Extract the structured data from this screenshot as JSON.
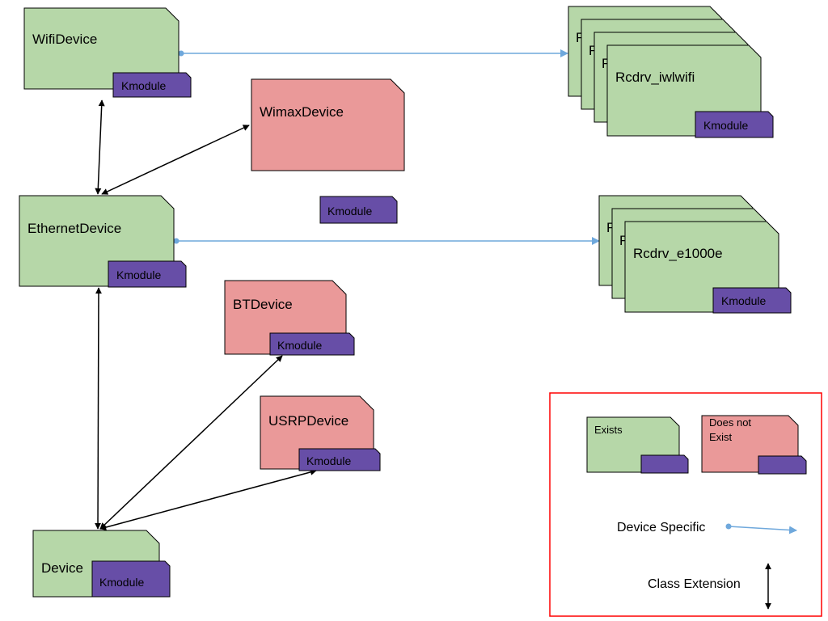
{
  "colors": {
    "exists": "#b6d7a8",
    "not_exist": "#ea9999",
    "kmodule": "#674ea7",
    "device_specific_arrow": "#6fa8dc",
    "class_extension_arrow": "#000000",
    "legend_border": "#ff0000"
  },
  "nodes": {
    "wifi_device": "WifiDevice",
    "wimax_device": "WimaxDevice",
    "ethernet_device": "EthernetDevice",
    "bt_device": "BTDevice",
    "usrp_device": "USRPDevice",
    "device": "Device",
    "rcdrv_iwlwifi": "Rcdrv_iwlwifi",
    "rcdrv_e1000e": "Rcdrv_e1000e",
    "stack_partial_letter": "R"
  },
  "kmodule_label": "Kmodule",
  "legend": {
    "exists": "Exists",
    "does_not_exist": "Does not Exist",
    "does_not_line1": "Does not",
    "does_not_line2": "Exist",
    "device_specific": "Device Specific",
    "class_extension": "Class Extension"
  }
}
